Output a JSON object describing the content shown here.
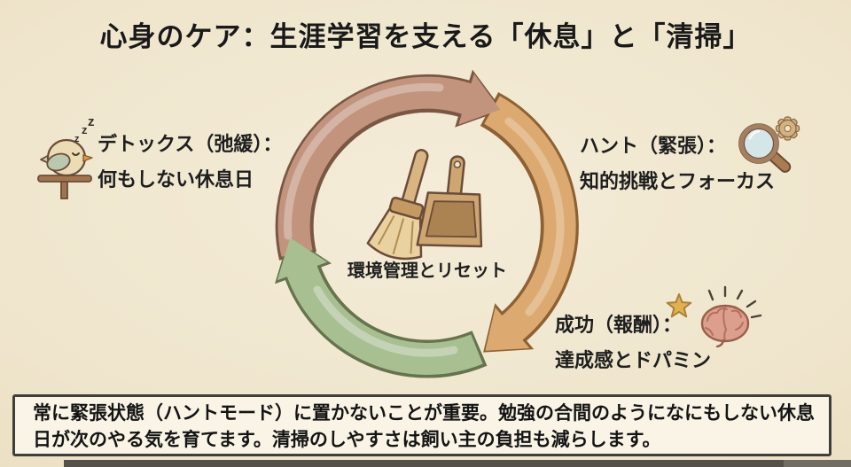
{
  "slide": {
    "title": "心身のケア：生涯学習を支える「休息」と「清掃」",
    "center_label": "環境管理とリセット",
    "note": "常に緊張状態（ハントモード）に置かないことが重要。勉強の合間のようになにもしない休息日が次のやる気を育てます。清掃のしやすさは飼い主の負担も減らします。"
  },
  "nodes": {
    "detox": {
      "line1": "デトックス（弛緩）：",
      "line2": "何もしない休息日",
      "icon": "sleeping-bird"
    },
    "hunt": {
      "line1": "ハント（緊張）：",
      "line2": "知的挑戦とフォーカス",
      "icon": "magnifier-gear"
    },
    "success": {
      "line1": "成功（報酬）：",
      "line2": "達成感とドパミン",
      "icon": "star-brain"
    }
  },
  "decor": {
    "sleep_z": "z"
  },
  "colors": {
    "background": "#efe5cc",
    "arrow_brown": "#c2947e",
    "arrow_brown_outline": "#7a5743",
    "arrow_orange": "#dcaa70",
    "arrow_orange_outline": "#8d6134",
    "arrow_green": "#a8bf92",
    "arrow_green_outline": "#66734e",
    "text": "#1e1e1e",
    "note_bg": "#f9f4e6",
    "note_border": "#403e3a"
  }
}
